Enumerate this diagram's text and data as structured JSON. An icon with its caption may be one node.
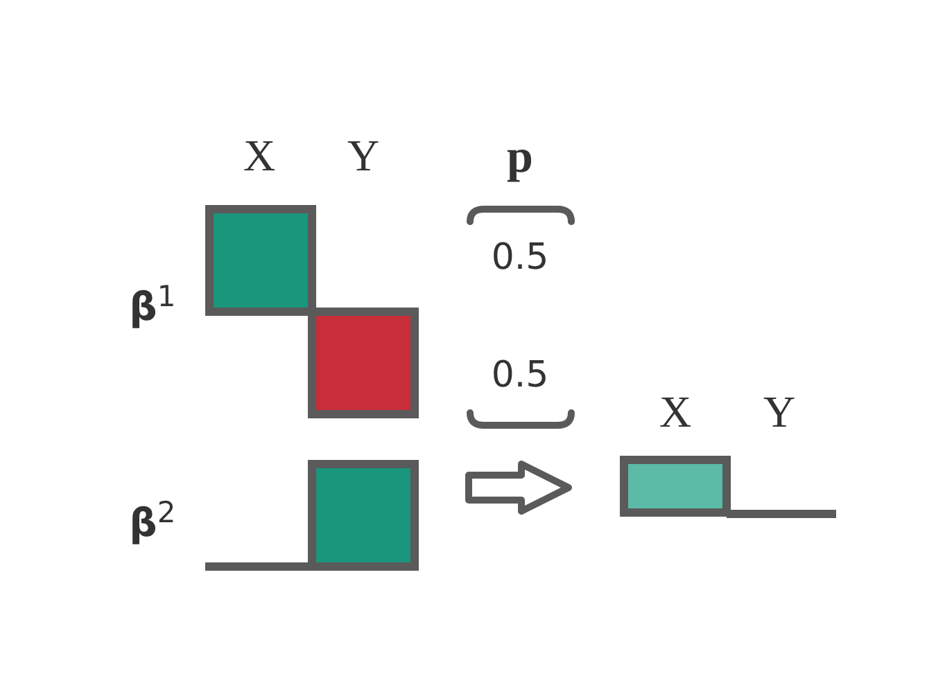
{
  "diagram": {
    "nodes": [
      {
        "text": [],
        "shape": "box"
      },
      {
        "text": [],
        "shape": "box"
      },
      {
        "text": [],
        "shape": "box"
      },
      {
        "text": [],
        "shape": "box"
      }
    ],
    "labels": [
      "X",
      "Y",
      "p",
      "0.5",
      "**β**$^{1}$",
      "0.5",
      "**β**$^{2}$",
      "X",
      "Y"
    ]
  }
}
